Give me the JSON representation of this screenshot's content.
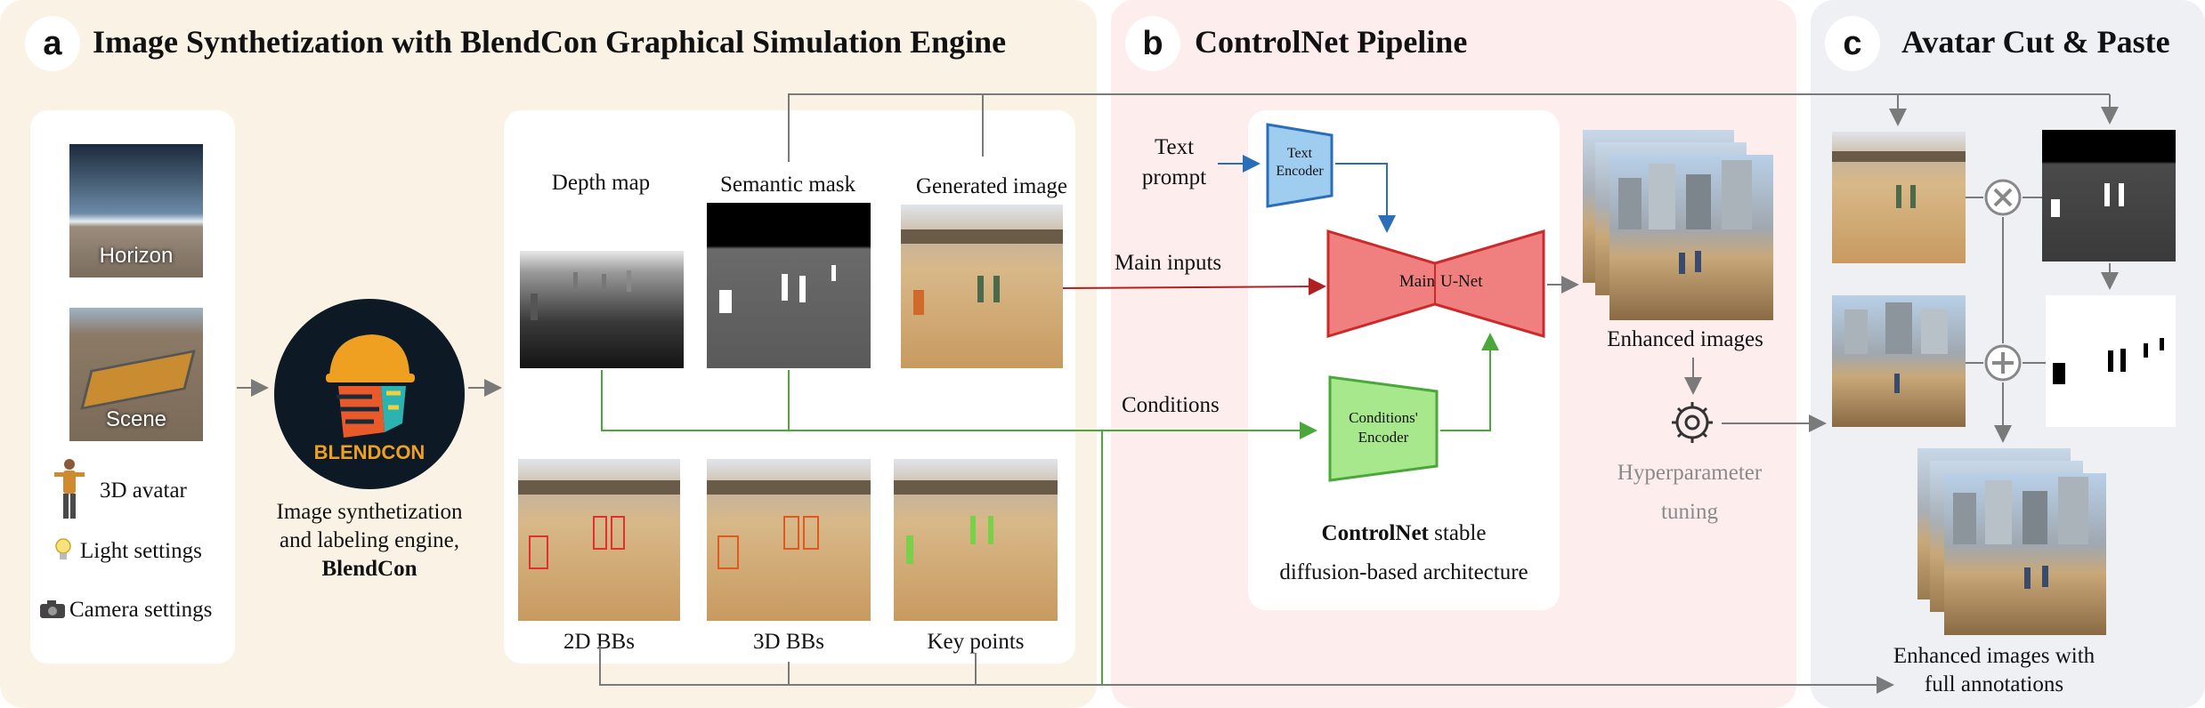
{
  "panel_a": {
    "letter": "a",
    "title": "Image Synthetization with BlendCon Graphical Simulation Engine",
    "horizon_label": "Horizon",
    "scene_label": "Scene",
    "avatar_label": "3D avatar",
    "light_label": "Light settings",
    "camera_label": "Camera settings",
    "engine_caption_line1": "Image synthetization",
    "engine_caption_line2": "and labeling engine,",
    "engine_caption_bold": "BlendCon",
    "logo_text": "BLENDCON",
    "depth_label": "Depth map",
    "semantic_label": "Semantic mask",
    "generated_label": "Generated image",
    "bb2d_label": "2D BBs",
    "bb3d_label": "3D BBs",
    "keypoints_label": "Key points"
  },
  "panel_b": {
    "letter": "b",
    "title": "ControlNet Pipeline",
    "text_prompt_line1": "Text",
    "text_prompt_line2": "prompt",
    "text_encoder_line1": "Text",
    "text_encoder_line2": "Encoder",
    "main_inputs": "Main inputs",
    "conditions": "Conditions",
    "unet_left": "Main",
    "unet_right": "U-Net",
    "cond_encoder_line1": "Conditions'",
    "cond_encoder_line2": "Encoder",
    "arch_bold": "ControlNet",
    "arch_line1_rest": " stable",
    "arch_line2": "diffusion-based architecture",
    "enhanced_label": "Enhanced images",
    "hyper_line1": "Hyperparameter",
    "hyper_line2": "tuning"
  },
  "panel_c": {
    "letter": "c",
    "title": "Avatar Cut & Paste",
    "final_line1": "Enhanced images with",
    "final_line2": "full annotations"
  },
  "colors": {
    "panel_a_bg": "#fbf2e6",
    "panel_b_bg": "#fdeeed",
    "panel_c_bg": "#eef0f4",
    "unet_fill": "#f08080",
    "unet_stroke": "#cc2a2a",
    "text_encoder_fill": "#9fcdf0",
    "text_encoder_stroke": "#2a6db8",
    "cond_encoder_fill": "#a8e88c",
    "cond_encoder_stroke": "#4aa83a",
    "red_arrow": "#b02020",
    "green_arrow": "#4aa83a",
    "blue_arrow": "#2a6db8",
    "gray_arrow": "#7a7a7a"
  },
  "icons": [
    "avatar-icon",
    "lightbulb-icon",
    "camera-icon",
    "gear-icon",
    "multiply-icon",
    "plus-icon"
  ]
}
